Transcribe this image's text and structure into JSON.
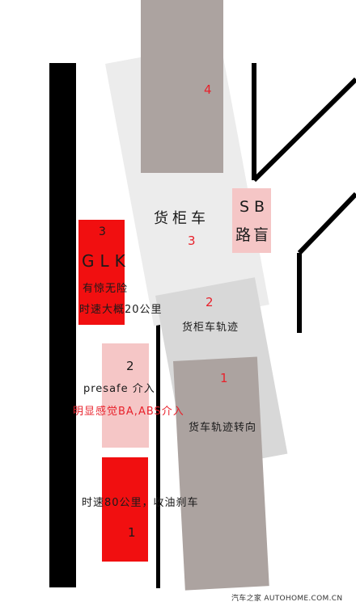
{
  "trailer": {
    "label": "货柜车",
    "number": "3"
  },
  "trailer_track": {
    "number": "2",
    "label": "货柜车轨迹"
  },
  "truck_front": {
    "number": "4"
  },
  "truck_turn": {
    "number": "1",
    "label": "货车轨迹转向"
  },
  "sb": {
    "line1": "SB",
    "line2": "路盲"
  },
  "car_pos3": {
    "number": "3",
    "name": "GLK",
    "line1": "有惊无险",
    "line2": "时速大概20公里"
  },
  "car_pos2": {
    "number": "2",
    "line1": "presafe 介入",
    "line2": "明显感觉BA,ABS介入"
  },
  "car_pos1": {
    "number": "1",
    "line1": "时速80公里，收油刹车"
  },
  "watermark": "汽车之家 AUTOHOME.COM.CN",
  "colors": {
    "car_red": "#f10f10",
    "car_pink": "#f5c6c6",
    "truck_gray": "#aca3a0",
    "trailer_light": "#ececec",
    "track_gray": "#d8d8d8",
    "label_red": "#e8212b"
  }
}
